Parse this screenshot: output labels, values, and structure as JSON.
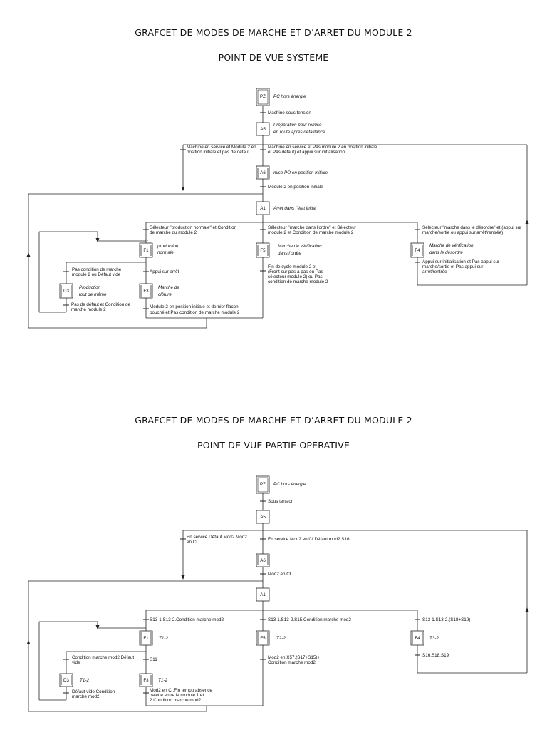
{
  "systeme": {
    "title": "GRAFCET DE MODES DE MARCHE ET D’ARRET DU MODULE 2",
    "subtitle": "POINT DE VUE SYSTEME",
    "steps": {
      "PZ": {
        "id": "PZ",
        "action": "PC hors énergie"
      },
      "A5": {
        "id": "A5",
        "action": [
          "Préparation pour remise",
          "en route après défaillance"
        ]
      },
      "A6": {
        "id": "A6",
        "action": "mise PO en position initiale"
      },
      "A1": {
        "id": "A1",
        "action": "Arrêt dans l’état initial"
      },
      "F1": {
        "id": "F1",
        "action": [
          "production",
          "normale"
        ]
      },
      "F5": {
        "id": "F5",
        "action": [
          "Marche de vérification",
          "dans l’ordre"
        ]
      },
      "F4": {
        "id": "F4",
        "action": [
          "Marche de vérification",
          "dans le désordre"
        ]
      },
      "D3": {
        "id": "D3",
        "action": [
          "Production",
          "tout de même"
        ]
      },
      "F3": {
        "id": "F3",
        "action": [
          "Marche de",
          "clôture"
        ]
      }
    },
    "transitions": {
      "pz_a5": "Machine sous tension",
      "a5_a1": [
        "Machine en service et Module 2 en",
        "position initiale et pas de défaut"
      ],
      "a5_a6": [
        "Machine en service et Pas module 2 en position initiale",
        "et Pas défaut) et appui sur initialisation"
      ],
      "a6_a1": "Module 2 en position initiale",
      "a1_f1": [
        "Sélecteur \"production normale\" et Condition",
        "de marche du module 2"
      ],
      "a1_f5": [
        "Sélecteur \"marche dans l’ordre\" et Sélecteur",
        "module 2 et Condition de marche module 2"
      ],
      "a1_f4": [
        "Sélecteur \"marche dans le désordre\" et (appui sur",
        "marche/sortie ou appui sur arrêt/rentrée)"
      ],
      "f1_d3": [
        "Pas condition de marche",
        "module 2 ou Défaut vide"
      ],
      "f1_f3": "Appui sur arrêt",
      "d3_f1": [
        "Pas de défaut et Condition de",
        "marche module 2"
      ],
      "f3_a1": [
        "Module 2 en position initiale et dernier flacon",
        "bouché et Pas condition de marche module 2"
      ],
      "f5_a1": [
        "Fin de cycle module 2 et",
        "(Front sur pas à pas ou Pas",
        "sélecteur module 2) ou Pas",
        "condition de marche module 2"
      ],
      "f4_a1": [
        "Appui sur initialisation et Pas appui sur",
        "marche/sortie et Pas appui sur",
        "arrêt/rentrée"
      ]
    }
  },
  "operative": {
    "title": "GRAFCET DE MODES DE MARCHE ET D’ARRET DU MODULE 2",
    "subtitle": "POINT DE VUE PARTIE OPERATIVE",
    "steps": {
      "PZ": {
        "id": "PZ",
        "action": "PC hors énergie"
      },
      "A5": {
        "id": "A5"
      },
      "A6": {
        "id": "A6"
      },
      "A1": {
        "id": "A1"
      },
      "F1": {
        "id": "F1",
        "action": "T1-2"
      },
      "F5": {
        "id": "F5",
        "action": "T2-2"
      },
      "F4": {
        "id": "F4",
        "action": "T3-2"
      },
      "D3": {
        "id": "D3",
        "action": "T1-2"
      },
      "F3": {
        "id": "F3",
        "action": "T1-2"
      }
    },
    "transitions": {
      "pz_a5": "Sous tension",
      "a5_a1": [
        "En service.Défaut Mod2.Mod2",
        "en CI"
      ],
      "a5_a6": "En service.Mod2 en CI.Défaut mod2.S16",
      "a6_a1": "Mod2 en CI",
      "a1_f1": "S13-1.S13-2.Condition marche mod2",
      "a1_f5": "S13-1.S13-2.S15.Condition marche mod2",
      "a1_f4": "S13-1.S13-2.(S18+S19)",
      "f1_d3": [
        "Condition marche mod2.Défaut",
        "vide"
      ],
      "f1_f3": "S11",
      "d3_f1": [
        "Défaut vide.Condition",
        "marche mod2"
      ],
      "f3_a1": [
        "Mod2 en CI.Fin tempo absence",
        "palette entre le module 1 et",
        "2.Condition marche mod2"
      ],
      "f5_a1": [
        "Mod2 en X57.(S17+S15)+",
        "Condition marche mod2"
      ],
      "f4_a1": "S16.S18.S19"
    }
  }
}
